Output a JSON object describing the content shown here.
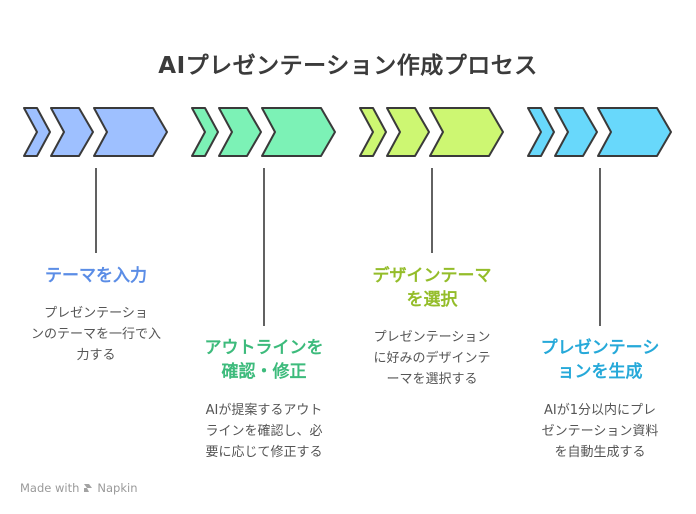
{
  "title": "AIプレゼンテーション作成プロセス",
  "steps": [
    {
      "head": [
        "テーマを入力"
      ],
      "desc": [
        "プレゼンテーショ",
        "ンのテーマを一行で入",
        "力する"
      ],
      "color": "#5b8de6",
      "fill": "#9ec0ff"
    },
    {
      "head": [
        "アウトラインを",
        "確認・修正"
      ],
      "desc": [
        "AIが提案するアウト",
        "ラインを確認し、必",
        "要に応じて修正する"
      ],
      "color": "#3dbb7c",
      "fill": "#7cf2b6"
    },
    {
      "head": [
        "デザインテーマ",
        "を選択"
      ],
      "desc": [
        "プレゼンテーション",
        "に好みのデザインテ",
        "ーマを選択する"
      ],
      "color": "#94bd2a",
      "fill": "#cdf772"
    },
    {
      "head": [
        "プレゼンテーシ",
        "ョンを生成"
      ],
      "desc": [
        "AIが1分以内にプレ",
        "ゼンテーション資料",
        "を自動生成する"
      ],
      "color": "#26a9d9",
      "fill": "#68d8fb"
    }
  ],
  "footer": {
    "made_with": "Made with",
    "brand": "Napkin"
  }
}
